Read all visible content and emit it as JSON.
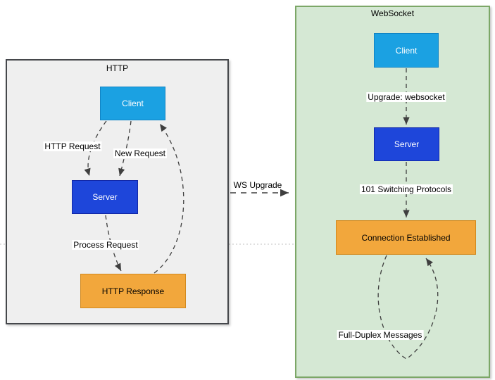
{
  "diagram": {
    "http_panel": {
      "title": "HTTP",
      "nodes": {
        "client": "Client",
        "server": "Server",
        "response": "HTTP Response"
      },
      "edges": {
        "http_request": "HTTP Request",
        "new_request": "New Request",
        "process_request": "Process Request"
      }
    },
    "ws_panel": {
      "title": "WebSocket",
      "nodes": {
        "client": "Client",
        "server": "Server",
        "established": "Connection Established"
      },
      "edges": {
        "upgrade": "Upgrade: websocket",
        "switching": "101 Switching Protocols",
        "full_duplex": "Full-Duplex Messages"
      }
    },
    "connector": {
      "label": "WS Upgrade"
    }
  },
  "colors": {
    "client_fill": "#1ba1e2",
    "server_fill": "#1e46da",
    "orange_fill": "#f2a73c",
    "http_panel_fill": "#efefef",
    "http_panel_border": "#45474b",
    "ws_panel_fill": "#d5e8d4",
    "ws_panel_border": "#7ca767",
    "edge_stroke": "#3f3f3f",
    "faint_line": "#c0c0c0"
  }
}
